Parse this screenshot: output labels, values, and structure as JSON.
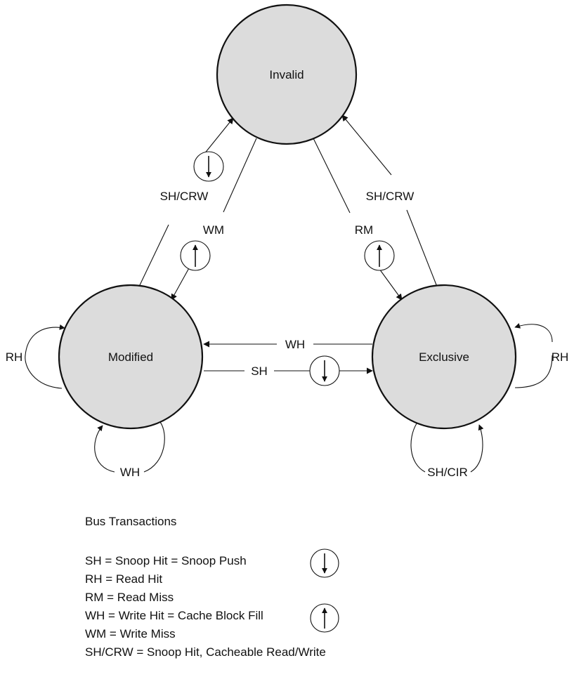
{
  "states": {
    "invalid": "Invalid",
    "modified": "Modified",
    "exclusive": "Exclusive"
  },
  "transitions": {
    "modified_to_invalid": "SH/CRW",
    "invalid_to_modified": "WM",
    "invalid_to_exclusive": "RM",
    "exclusive_to_invalid": "SH/CRW",
    "exclusive_to_modified": "WH",
    "modified_to_exclusive": "SH",
    "modified_self_left": "RH",
    "modified_self_bottom": "WH",
    "exclusive_self_right": "RH",
    "exclusive_self_bottom": "SH/CIR"
  },
  "icons": {
    "snoop_push": "down-arrow-icon",
    "cache_block_fill": "up-arrow-icon"
  },
  "legend": {
    "title": "Bus Transactions",
    "items": [
      "SH = Snoop Hit = Snoop Push",
      "RH = Read Hit",
      "RM = Read Miss",
      "WH = Write Hit = Cache Block Fill",
      "WM = Write Miss",
      "SH/CRW = Snoop Hit, Cacheable Read/Write"
    ]
  },
  "colors": {
    "state_fill": "#dcdcdc",
    "stroke": "#111111"
  }
}
